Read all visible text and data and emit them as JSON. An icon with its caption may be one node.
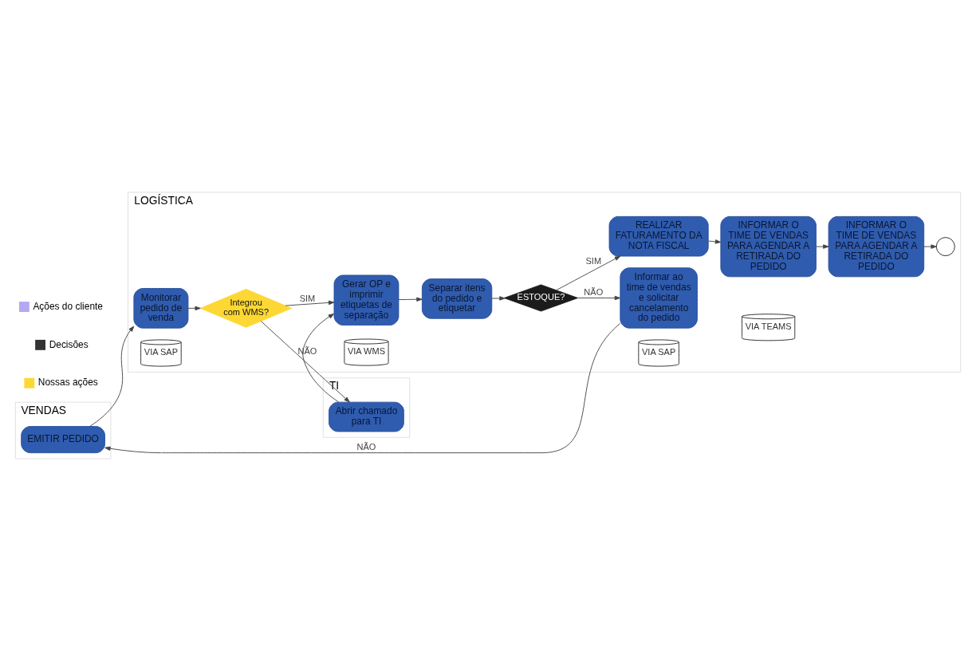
{
  "diagram": {
    "nodes": [
      {
        "text": [
          "VENDAS"
        ]
      },
      {
        "text": [
          "EMITIR PEDIDO"
        ],
        "in": 0
      },
      {
        "text": [
          "LOGÍSTICA"
        ]
      },
      {
        "text": [
          "Informar ao time de vendas e solicitar cancelamento do pedido"
        ],
        "in": 2
      },
      {
        "text": [
          "VIA SAP"
        ],
        "in": 2
      },
      {
        "text": [
          "VIA WMS"
        ],
        "in": 2
      },
      {
        "text": [
          "VIA SAP"
        ],
        "in": 2
      },
      {
        "text": [
          "VIA TEAMS"
        ],
        "in": 2
      },
      {
        "text": [
          "Monitorar pedido de venda"
        ],
        "in": 2
      },
      {
        "text": [
          "Integrou com WMS?"
        ],
        "in": 2
      },
      {
        "text": [
          "Gerar OP e imprimir etiquetas de separação"
        ],
        "in": 2
      },
      {
        "text": [
          "Separar itens do pedido e etiquetar"
        ],
        "in": 2
      },
      {
        "text": [
          "ESTOQUE?"
        ],
        "in": 2
      },
      {
        "text": [
          "REALIZAR FATURAMENTO DA NOTA FISCAL"
        ],
        "in": 2
      },
      {
        "text": [
          "INFORMAR O TIME DE VENDAS PARA AGENDAR A RETIRADA DO PEDIDO"
        ],
        "in": 2
      },
      {
        "text": [
          "INFORMAR O TIME DE VENDAS PARA AGENDAR A RETIRADA DO PEDIDO"
        ],
        "in": 2
      },
      {
        "text": [],
        "shape": "circle",
        "in": 2
      },
      {
        "text": [
          "TI"
        ]
      },
      {
        "text": [
          "Abrir chamado para TI"
        ],
        "in": 17
      }
    ],
    "edges": [
      {
        "from": 1,
        "to": 8,
        "arrow": "to"
      },
      {
        "from": 8,
        "to": 9,
        "arrow": "to"
      },
      {
        "from": 9,
        "to": 10,
        "arrow": "to",
        "label": "SIM"
      },
      {
        "from": 9,
        "to": 18,
        "arrow": "to",
        "label": "NÃO"
      },
      {
        "from": 18,
        "to": 10,
        "arrow": "to"
      },
      {
        "from": 10,
        "to": 11,
        "arrow": "to"
      },
      {
        "from": 11,
        "to": 12,
        "arrow": "to"
      },
      {
        "from": 12,
        "to": 3,
        "arrow": "to",
        "label": "NÃO"
      },
      {
        "from": 3,
        "to": 1,
        "arrow": "to",
        "label": "NÃO"
      },
      {
        "from": 12,
        "to": 13,
        "arrow": "to",
        "label": "SIM"
      },
      {
        "from": 13,
        "to": 14,
        "arrow": "to"
      },
      {
        "from": 14,
        "to": 15,
        "arrow": "to"
      },
      {
        "from": 15,
        "to": 16,
        "arrow": "to"
      }
    ],
    "legend": [
      {
        "text": "Ações do cliente",
        "color": "#b4a7f5"
      },
      {
        "text": "Decisões",
        "color": "#333333"
      },
      {
        "text": "Nossas ações",
        "color": "#fdd835"
      }
    ]
  }
}
